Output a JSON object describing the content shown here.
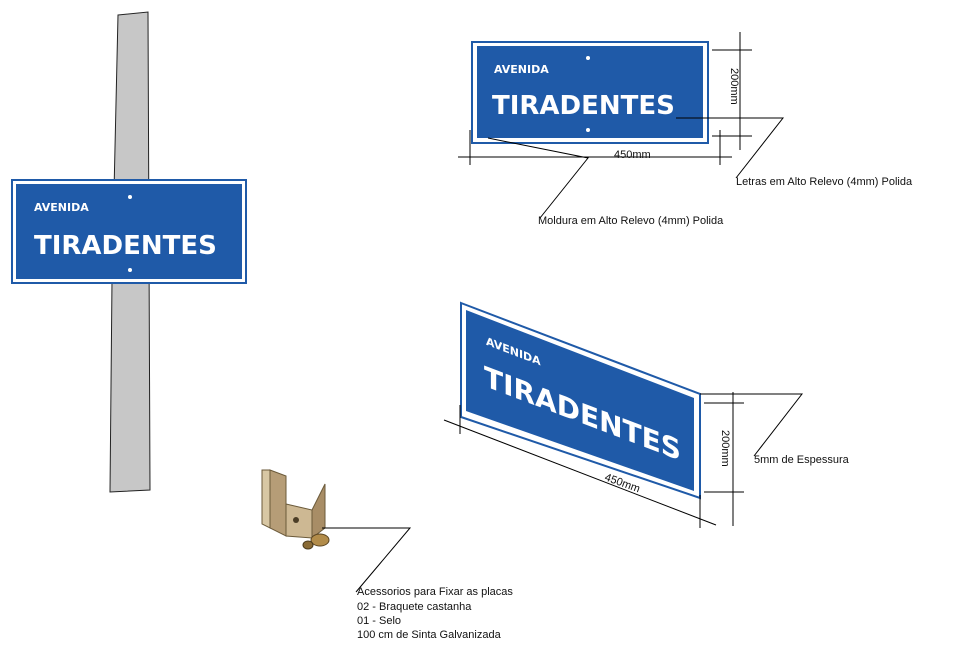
{
  "colors": {
    "sign_blue": "#1f5aa8",
    "sign_border": "#ffffff",
    "outer_border": "#1f5aa8",
    "post_gray": "#c7c7c7",
    "line": "#000000"
  },
  "sign": {
    "small_text": "AVENIDA",
    "big_text": "TIRADENTES"
  },
  "dimensions": {
    "width": "450mm",
    "height": "200mm"
  },
  "callouts": {
    "letters": "Letras em Alto Relevo (4mm) Polida",
    "frame": "Moldura em Alto Relevo (4mm) Polida",
    "thickness": "5mm de Espessura"
  },
  "accessories": {
    "title": "Acessorios para Fixar as placas",
    "items": [
      "02 - Braquete castanha",
      "01 - Selo",
      "100 cm de Sinta Galvanizada"
    ]
  },
  "icons": {
    "bracket": "bracket-icon"
  }
}
